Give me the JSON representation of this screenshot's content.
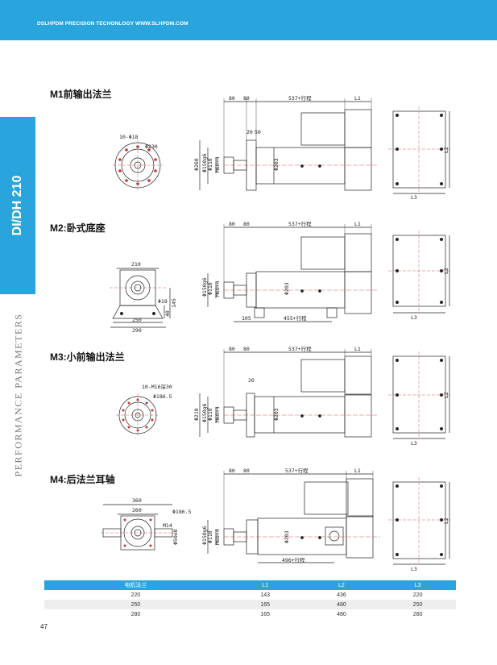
{
  "header": {
    "brand": "DSLHPDM PRECISION TECHONLOGY   WWW.SLHPDM.COM"
  },
  "sidebar": {
    "tab": "DI/DH 210",
    "section_label": "PERFORMANCE PARAMETERS"
  },
  "sections": [
    {
      "title": "M1前输出法兰",
      "dims": {
        "a": "80",
        "b": "80",
        "stroke": "537+行程",
        "l1": "L1",
        "holes": "10-Φ18",
        "pcd": "Φ230",
        "d1": "Φ260",
        "d2": "Φ150g6",
        "d3": "Φ110",
        "thread": "M60×4",
        "d4": "Φ203",
        "flange": "20",
        "flange2": "50",
        "l2": "L2",
        "l3": "L3"
      }
    },
    {
      "title": "M2:卧式底座",
      "dims": {
        "a": "80",
        "b": "80",
        "stroke": "537+行程",
        "l1": "L1",
        "w1": "210",
        "pin": "Φ18",
        "h1": "145",
        "h2": "40",
        "w2": "250",
        "w3": "290",
        "d2": "Φ150g6",
        "d3": "Φ110",
        "thread": "M60×4",
        "d4": "Φ203",
        "off": "105",
        "stroke2": "455+行程",
        "l2": "L2",
        "l3": "L3"
      }
    },
    {
      "title": "M3:小前输出法兰",
      "dims": {
        "a": "80",
        "b": "80",
        "stroke": "537+行程",
        "l1": "L1",
        "holes": "10-M16深30",
        "pcd": "Φ186.5",
        "flange": "20",
        "d1": "Φ210",
        "d2": "Φ150g6",
        "d3": "Φ110",
        "thread": "M60×4",
        "d4": "Φ203",
        "l2": "L2",
        "l3": "L3"
      }
    },
    {
      "title": "M4:后法兰耳轴",
      "dims": {
        "a": "80",
        "b": "80",
        "stroke": "537+行程",
        "l1": "L1",
        "w1": "360",
        "w2": "260",
        "pcd": "Φ186.5",
        "m": "M14",
        "pin": "Φ50e8",
        "d2": "Φ150g6",
        "d3": "Φ110",
        "thread": "M60×4",
        "d4": "Φ203",
        "stroke2": "496+行程",
        "l2": "L2",
        "l3": "L3"
      }
    }
  ],
  "table": {
    "headers": [
      "电机法兰",
      "L1",
      "L2",
      "L3"
    ],
    "rows": [
      [
        "220",
        "143",
        "436",
        "220"
      ],
      [
        "250",
        "165",
        "480",
        "250"
      ],
      [
        "280",
        "165",
        "480",
        "280"
      ]
    ]
  },
  "page_number": "47"
}
